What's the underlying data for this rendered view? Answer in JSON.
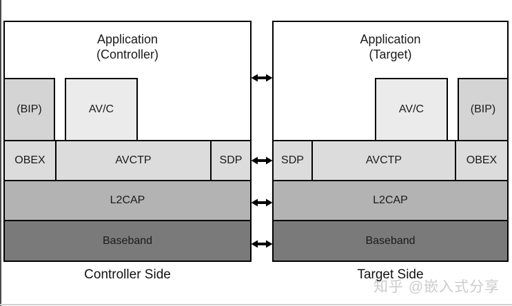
{
  "controller": {
    "app_title_line1": "Application",
    "app_title_line2": "(Controller)",
    "bip_label": "(BIP)",
    "avc_label": "AV/C",
    "obex_label": "OBEX",
    "avctp_label": "AVCTP",
    "sdp_label": "SDP",
    "l2cap_label": "L2CAP",
    "baseband_label": "Baseband",
    "side_label": "Controller Side"
  },
  "target": {
    "app_title_line1": "Application",
    "app_title_line2": "(Target)",
    "sdp_label": "SDP",
    "avctp_label": "AVCTP",
    "obex_label": "OBEX",
    "avc_label": "AV/C",
    "bip_label": "(BIP)",
    "l2cap_label": "L2CAP",
    "baseband_label": "Baseband",
    "side_label": "Target Side"
  },
  "watermark": {
    "text": "知乎 @嵌入式分享"
  },
  "colors": {
    "border": "#000000",
    "application_bg": "#ffffff",
    "bip_bg": "#d4d4d4",
    "avc_bg": "#ebebeb",
    "transport_row_bg": "#dcdcdc",
    "l2cap_bg": "#b3b3b3",
    "baseband_bg": "#7a7a7a",
    "watermark_gray": "#c6c6c6"
  }
}
